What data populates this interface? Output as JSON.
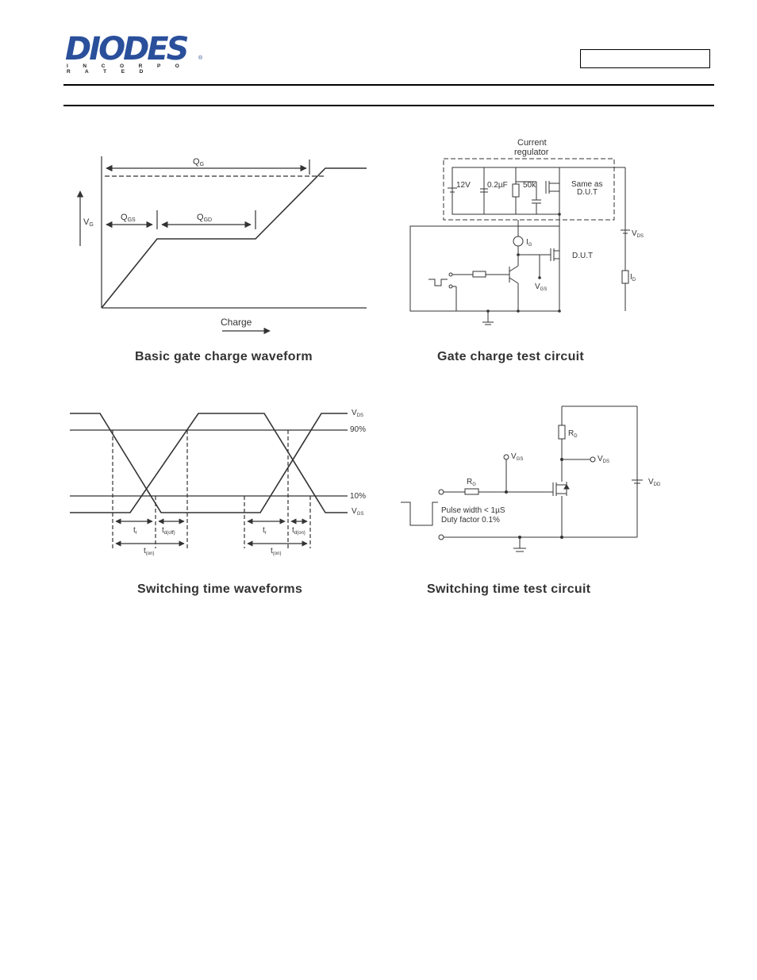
{
  "header": {
    "logo": {
      "name": "DIODES",
      "sub": "I N C O R P O R A T E D",
      "reg": "®"
    }
  },
  "fig_gate_charge": {
    "caption": "Basic gate charge waveform",
    "qg": "Q",
    "qg_sub": "G",
    "qgs": "Q",
    "qgs_sub": "GS",
    "qgd": "Q",
    "qgd_sub": "GD",
    "vg": "V",
    "vg_sub": "G",
    "xlabel": "Charge"
  },
  "fig_gate_circuit": {
    "caption": "Gate charge test circuit",
    "regulator_line1": "Current",
    "regulator_line2": "regulator",
    "v12": "12V",
    "cap": "0.2µF",
    "res": "50k",
    "same_line1": "Same as",
    "same_line2": "D.U.T",
    "vds": "V",
    "vds_sub": "DS",
    "ig": "I",
    "ig_sub": "G",
    "dut": "D.U.T",
    "vgs": "V",
    "vgs_sub": "GS",
    "id": "I",
    "id_sub": "D"
  },
  "fig_switch_wave": {
    "caption": "Switching time waveforms",
    "vds": "V",
    "vds_sub": "DS",
    "p90": "90%",
    "p10": "10%",
    "vgs": "V",
    "vgs_sub": "GS",
    "tr1": "t",
    "tr1_sub": "r",
    "tdoff": "t",
    "tdoff_sub": "d(off)",
    "ton1": "t",
    "ton1_sub": "(on)",
    "tr2": "t",
    "tr2_sub": "r",
    "tdon": "t",
    "tdon_sub": "d(on)",
    "ton2": "t",
    "ton2_sub": "(on)"
  },
  "fig_switch_circuit": {
    "caption": "Switching time test circuit",
    "rd": "R",
    "rd_sub": "D",
    "vgs": "V",
    "vgs_sub": "GS",
    "vds": "V",
    "vds_sub": "DS",
    "rg": "R",
    "rg_sub": "G",
    "vdd": "V",
    "vdd_sub": "DD",
    "pulse": "Pulse width < 1µS",
    "duty": "Duty factor 0.1%"
  }
}
